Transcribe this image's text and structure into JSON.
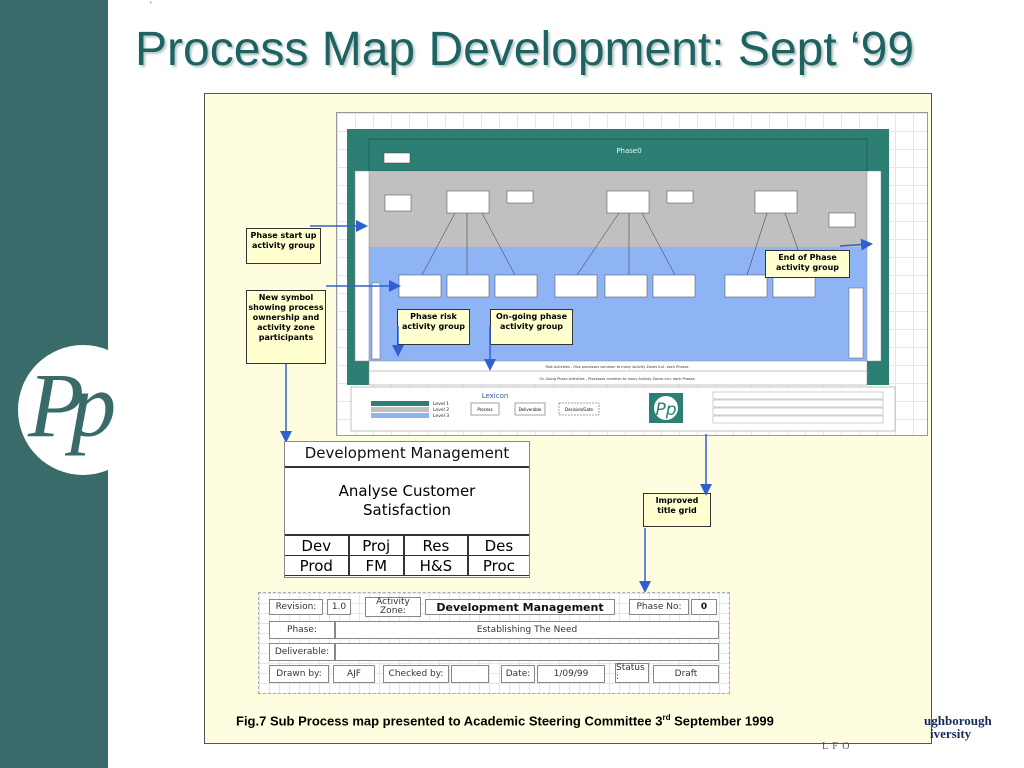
{
  "title": "Process Map Development: Sept ‘99",
  "corner_mark": "'",
  "logo": {
    "text": "Pp"
  },
  "callouts": {
    "phase_start": "Phase start up activity group",
    "new_symbol": "New symbol showing process ownership and activity zone participants",
    "phase_risk": "Phase risk activity group",
    "ongoing": "On-going phase activity group",
    "end_phase": "End of Phase activity group",
    "improved_title": "Improved title grid"
  },
  "map": {
    "phase_label": "Phase0",
    "lexicon_label": "Lexicon",
    "levels": [
      "Level 1",
      "Level 2",
      "Level 3"
    ],
    "lexicon_items": [
      "Process",
      "Deliverable",
      "Decision/Gate"
    ],
    "risk_row": "Risk Activities - Risk processes common to many Activity Zones Incl. each Phases",
    "ongoing_row": "On-Going Phase Activities - Processes common to many Activity Zones Incl. each Phases",
    "colors": {
      "teal": "#2e7f73",
      "grey_band": "#c0c0c0",
      "blue_band": "#8fb4f5",
      "light_blue": "#aac6f8"
    }
  },
  "zoom_box": {
    "zone": "Development Management",
    "activity": "Analyse Customer Satisfaction",
    "participants": [
      [
        "Dev",
        "Proj",
        "Res",
        "Des"
      ],
      [
        "Prod",
        "FM",
        "H&S",
        "Proc"
      ]
    ]
  },
  "title_grid": {
    "revision_label": "Revision:",
    "revision_value": "1.0",
    "zone_label": "Activity Zone:",
    "zone_value": "Development Management",
    "phase_no_label": "Phase No:",
    "phase_no_value": "0",
    "phase_label": "Phase:",
    "phase_value": "Establishing The Need",
    "deliverable_label": "Deliverable:",
    "drawn_label": "Drawn by:",
    "drawn_value": "AJF",
    "checked_label": "Checked by:",
    "date_label": "Date:",
    "date_value": "1/09/99",
    "status_label": "Status :",
    "status_value": "Draft"
  },
  "caption": {
    "prefix": "Fig.7 Sub Process map presented to Academic Steering Committee 3",
    "sup": "rd",
    "suffix": " September 1999"
  },
  "university": {
    "line1": "ughborough",
    "line2": "iversity",
    "sub": "L F O"
  }
}
